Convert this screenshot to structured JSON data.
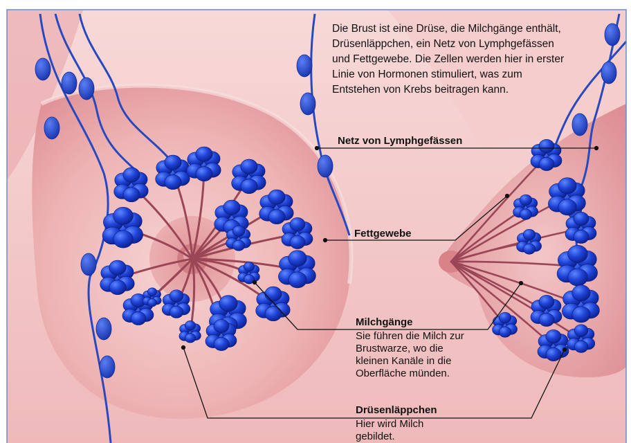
{
  "intro_text": "Die Brust ist eine Drüse, die Milchgänge enthält, Drüsenläppchen, ein Netz von Lymphgefässen und Fettgewebe. Die Zellen werden hier in erster Linie von Hormonen stimuliert, was zum Entstehen von Krebs beitragen kann.",
  "labels": {
    "lymph": {
      "title": "Netz von Lymphgefässen"
    },
    "fat": {
      "title": "Fettgewebe"
    },
    "ducts": {
      "title": "Milchgänge",
      "description": "Sie führen die Milch zur Brustwarze, wo die kleinen Kanäle in die Oberfläche münden."
    },
    "lobules": {
      "title": "Drüsenläppchen",
      "description": "Hier wird Milch gebildet."
    }
  },
  "colors": {
    "skin": "#f3c8c8",
    "skin_shadow": "#e79a9e",
    "lobule_blue": "#1d3fd0",
    "duct": "#9a4656",
    "lymph_vessel": "#2848c0",
    "leader_line": "#111111",
    "frame": "#6b8cc4"
  }
}
